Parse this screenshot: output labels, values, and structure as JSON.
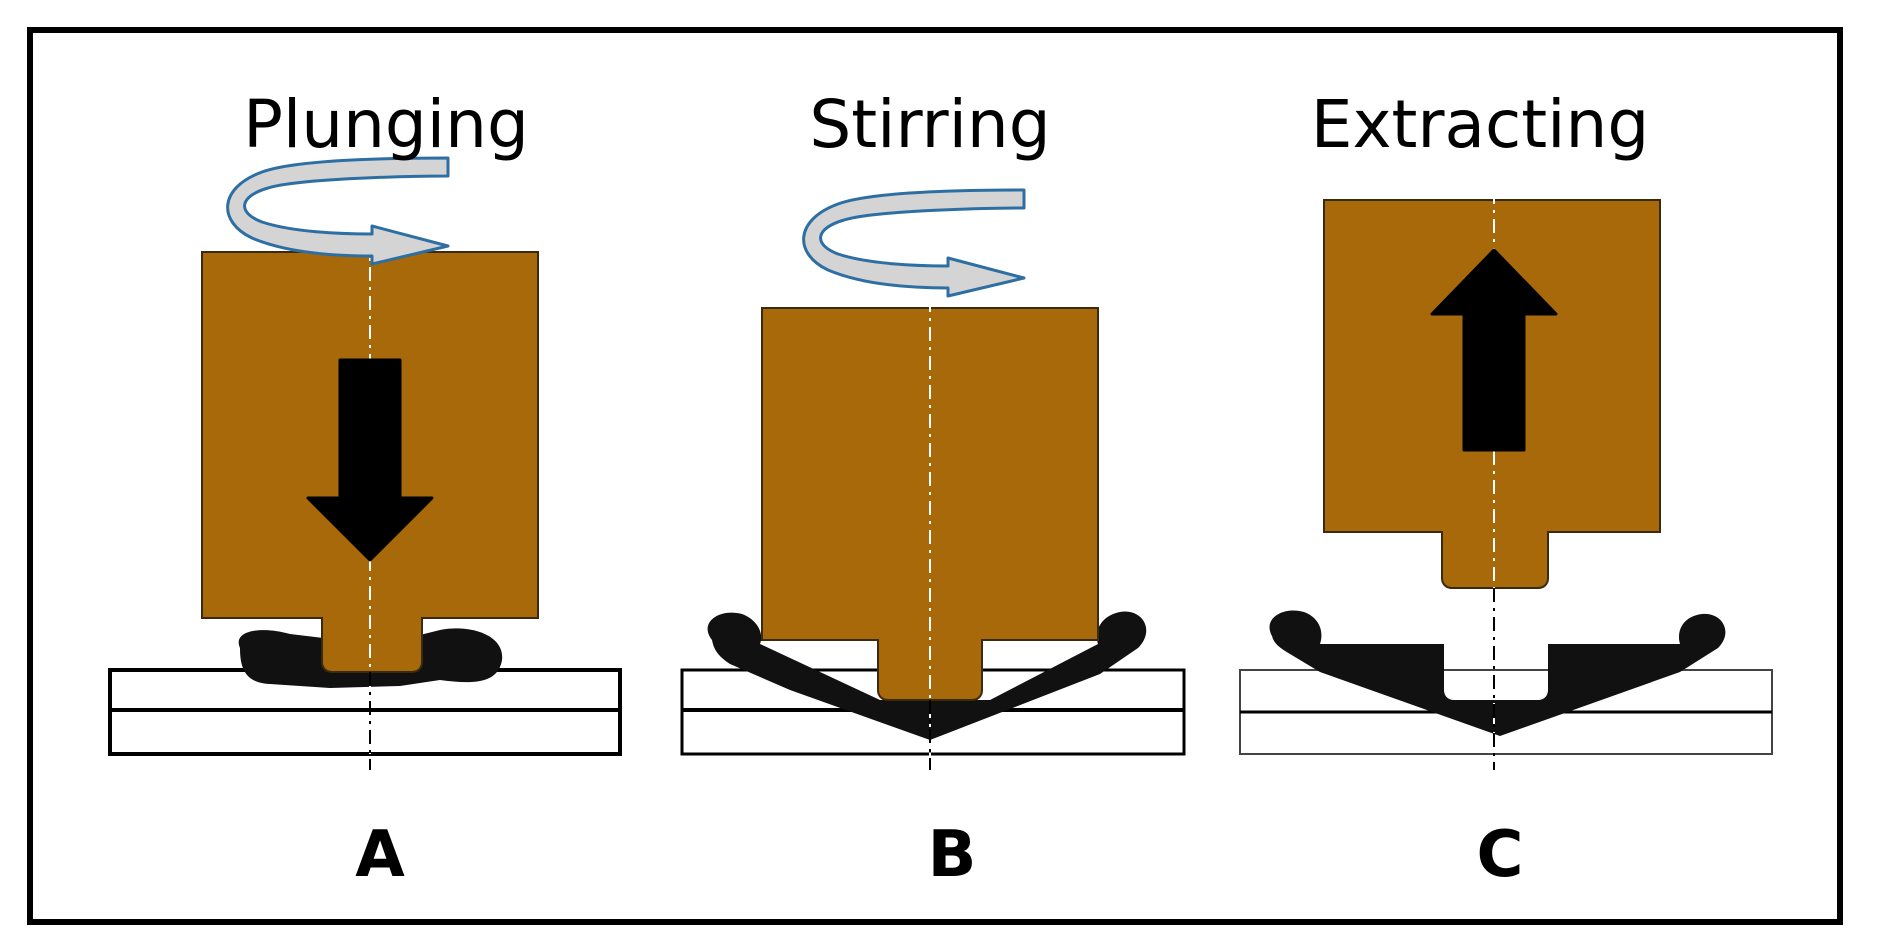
{
  "panels": [
    {
      "title": "Plunging",
      "letter": "A",
      "motion": "down"
    },
    {
      "title": "Stirring",
      "letter": "B",
      "motion": "none"
    },
    {
      "title": "Extracting",
      "letter": "C",
      "motion": "up"
    }
  ],
  "colors": {
    "tool": "#a8690a",
    "tool_outline": "#3a2a10",
    "flash": "#111111",
    "rotation_arrow_fill": "#d4d4d4",
    "rotation_arrow_stroke": "#2e6fa3",
    "frame": "#000000"
  },
  "icons": {
    "rotation": "rotation-arrow-icon",
    "down": "arrow-down-icon",
    "up": "arrow-up-icon"
  }
}
